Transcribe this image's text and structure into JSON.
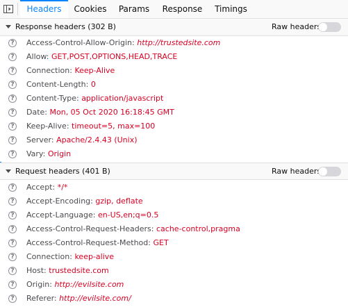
{
  "tabs": [
    {
      "label": "Headers",
      "active": true
    },
    {
      "label": "Cookies",
      "active": false
    },
    {
      "label": "Params",
      "active": false
    },
    {
      "label": "Response",
      "active": false
    },
    {
      "label": "Timings",
      "active": false
    }
  ],
  "response_section": {
    "title": "Response headers (302 B)",
    "raw_label": "Raw headers",
    "raw_enabled": false,
    "headers": [
      {
        "name": "Access-Control-Allow-Origin:",
        "value": "http://trustedsite.com"
      },
      {
        "name": "Allow:",
        "value": "GET,POST,OPTIONS,HEAD,TRACE"
      },
      {
        "name": "Connection:",
        "value": "Keep-Alive"
      },
      {
        "name": "Content-Length:",
        "value": "0"
      },
      {
        "name": "Content-Type:",
        "value": "application/javascript"
      },
      {
        "name": "Date:",
        "value": "Mon, 05 Oct 2020 16:18:45 GMT"
      },
      {
        "name": "Keep-Alive:",
        "value": "timeout=5, max=100"
      },
      {
        "name": "Server:",
        "value": "Apache/2.4.43 (Unix)"
      },
      {
        "name": "Vary:",
        "value": "Origin"
      }
    ]
  },
  "request_section": {
    "title": "Request headers (401 B)",
    "raw_label": "Raw headers",
    "raw_enabled": false,
    "headers": [
      {
        "name": "Accept:",
        "value": "*/*"
      },
      {
        "name": "Accept-Encoding:",
        "value": "gzip, deflate"
      },
      {
        "name": "Accept-Language:",
        "value": "en-US,en;q=0.5"
      },
      {
        "name": "Access-Control-Request-Headers:",
        "value": "cache-control,pragma"
      },
      {
        "name": "Access-Control-Request-Method:",
        "value": "GET"
      },
      {
        "name": "Connection:",
        "value": "keep-alive"
      },
      {
        "name": "Host:",
        "value": "trustedsite.com"
      },
      {
        "name": "Origin:",
        "value": "http://evilsite.com"
      },
      {
        "name": "Referer:",
        "value": "http://evilsite.com/"
      }
    ]
  },
  "help_icon_glyph": "?",
  "colors": {
    "accent": "#0a84ff",
    "header_value": "#d70022",
    "header_name": "#4a4a4f"
  }
}
